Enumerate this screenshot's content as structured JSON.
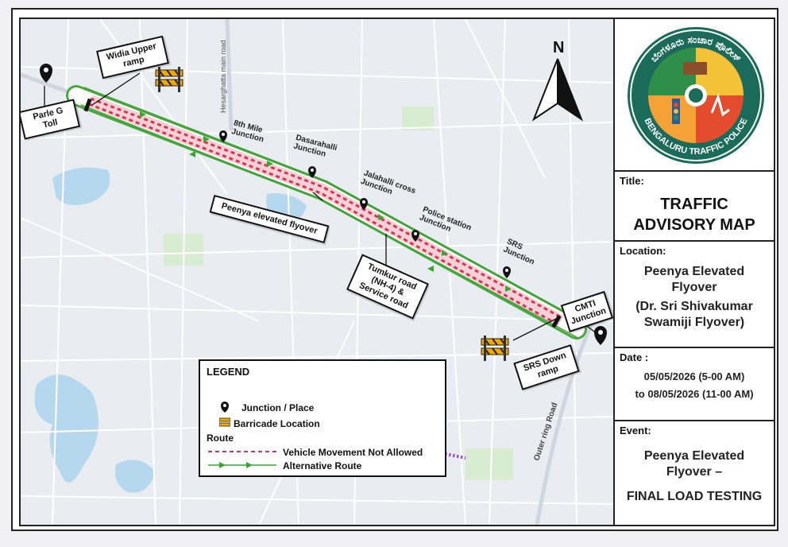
{
  "map": {
    "north_label": "N",
    "road_labels": {
      "hesarghatta": "Hesarghatta main road",
      "outer_ring": "Outer ring Road"
    },
    "callouts": {
      "parle_g_toll": "Parle G Toll",
      "widia_upper_ramp": "Widia Upper ramp",
      "peenya_flyover": "Peenya elevated flyover",
      "tumkur_road": "Tumkur road (NH-4) & Service road",
      "cmti_junction": "CMTI Junction",
      "srs_down_ramp": "SRS Down ramp"
    },
    "junctions": {
      "eighth_mile": "8th Mile Junction",
      "dasarahalli": "Dasarahalli Junction",
      "jalahalli_cross": "Jalahalli cross Junction",
      "police_station": "Police station Junction",
      "srs": "SRS Junction"
    },
    "colors": {
      "not_allowed": "#d9344a",
      "alternative": "#3aa535",
      "barricade": "#f2a800"
    }
  },
  "legend": {
    "title": "LEGEND",
    "junction": "Junction / Place",
    "barricade": "Barricade Location",
    "route": "Route",
    "not_allowed": "Vehicle Movement Not Allowed",
    "alternative": "Alternative Route"
  },
  "logo": {
    "kannada_text": "ಬೆಂಗಳೂರು ಸಂಚಾರ ಪೊಲೀಸ್",
    "english_text": "BENGALURU TRAFFIC POLICE"
  },
  "panel": {
    "title_label": "Title:",
    "title_value": "TRAFFIC ADVISORY MAP",
    "location_label": "Location:",
    "location_line1": "Peenya Elevated Flyover",
    "location_line2": "(Dr. Sri Shivakumar Swamiji Flyover)",
    "date_label": "Date :",
    "date_line1": "05/05/2026 (5-00 AM)",
    "date_line2": "to 08/05/2026 (11-00 AM)",
    "event_label": "Event:",
    "event_line1": "Peenya Elevated Flyover –",
    "event_line2": "FINAL LOAD TESTING"
  }
}
